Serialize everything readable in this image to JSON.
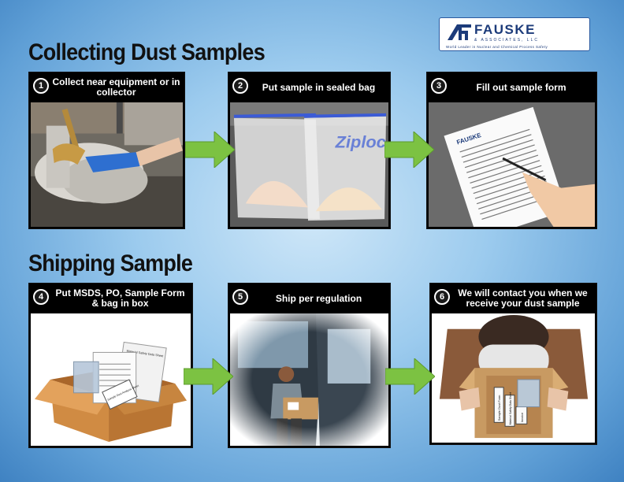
{
  "sections": {
    "collecting": "Collecting Dust Samples",
    "shipping": "Shipping Sample"
  },
  "logo": {
    "name": "FAUSKE",
    "sub": "& ASSOCIATES, LLC",
    "tagline": "World Leader in Nuclear and Chemical Process Safety"
  },
  "steps": [
    {
      "number": "1",
      "text": "Collect near equipment or in collector"
    },
    {
      "number": "2",
      "text": "Put sample in sealed bag"
    },
    {
      "number": "3",
      "text": "Fill out sample form"
    },
    {
      "number": "4",
      "text": "Put  MSDS, PO, Sample Form & bag in box"
    },
    {
      "number": "5",
      "text": "Ship per regulation"
    },
    {
      "number": "6",
      "text": "We will contact you when we receive your dust sample"
    }
  ],
  "images": {
    "bag_brand": "Ziploc",
    "form_brand": "FAUSKE",
    "box_paper": "Material Safety Data Sheet",
    "box_label": "Sample Dust Analysis Sheet",
    "received_paper_1": "Sample Dust Form",
    "received_paper_2": "Material Safety Data Sheet",
    "received_paper_3": "Invoice"
  },
  "colors": {
    "arrow": "#7cc242",
    "background": "#7fb6e3",
    "step_header": "#000000"
  }
}
